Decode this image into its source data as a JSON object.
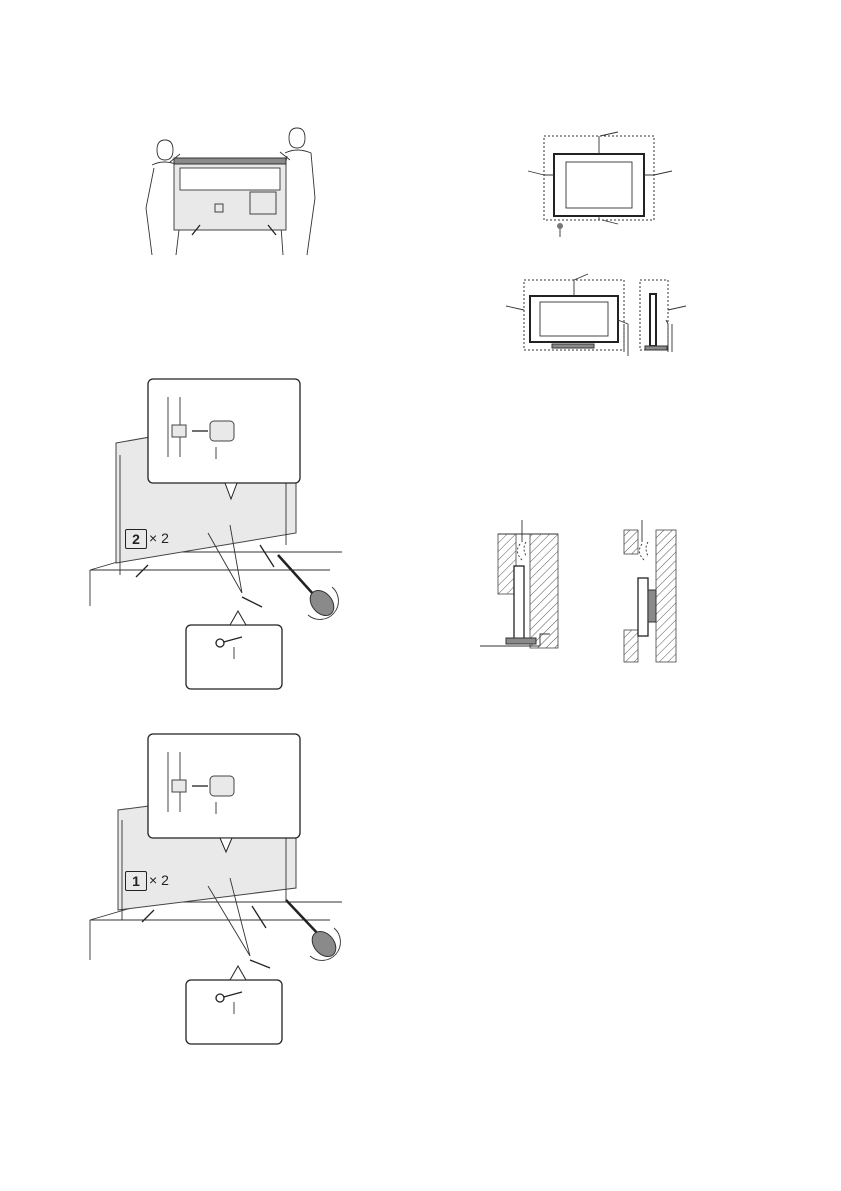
{
  "page": {
    "figures": [
      {
        "id": "carry-tv",
        "icon": "two-people-carrying-tv"
      },
      {
        "id": "table-top-clearance",
        "icon": "tv-clearance-diagram"
      },
      {
        "id": "stand-clearance",
        "icon": "tv-on-stand-clearance-diagram"
      },
      {
        "id": "air-circulation",
        "icon": "wall-air-circulation-diagram"
      },
      {
        "id": "secure-tv-type-2",
        "icon": "secure-tv-to-stand",
        "callout": {
          "number": "2",
          "multiplier": "× 2"
        }
      },
      {
        "id": "secure-tv-type-1",
        "icon": "secure-tv-to-stand",
        "callout": {
          "number": "1",
          "multiplier": "× 2"
        }
      }
    ]
  }
}
